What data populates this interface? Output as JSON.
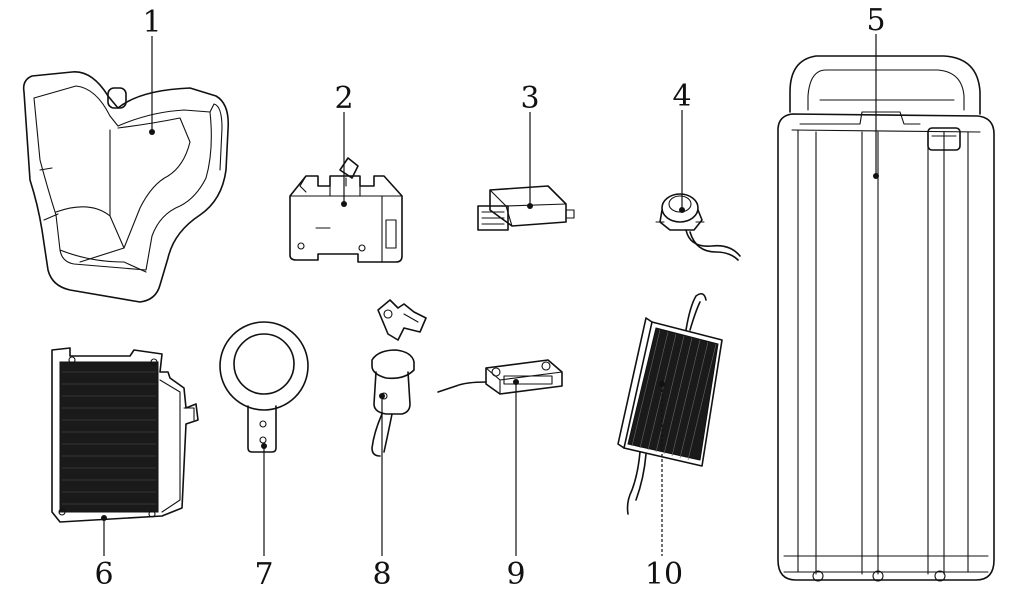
{
  "callouts": [
    {
      "id": "1",
      "label": "1"
    },
    {
      "id": "2",
      "label": "2"
    },
    {
      "id": "3",
      "label": "3"
    },
    {
      "id": "4",
      "label": "4"
    },
    {
      "id": "5",
      "label": "5"
    },
    {
      "id": "6",
      "label": "6"
    },
    {
      "id": "7",
      "label": "7"
    },
    {
      "id": "8",
      "label": "8"
    },
    {
      "id": "9",
      "label": "9"
    },
    {
      "id": "10",
      "label": "10"
    }
  ],
  "colors": {
    "line": "#111111",
    "background": "#ffffff",
    "heatsink": "#1a1a1a"
  }
}
